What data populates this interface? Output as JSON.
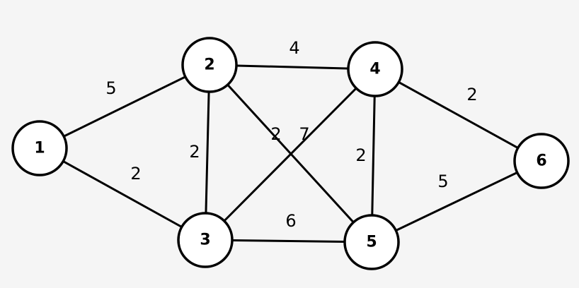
{
  "nodes": [
    {
      "id": "1",
      "label": "1"
    },
    {
      "id": "2",
      "label": "2"
    },
    {
      "id": "3",
      "label": "3"
    },
    {
      "id": "4",
      "label": "4"
    },
    {
      "id": "5",
      "label": "5"
    },
    {
      "id": "6",
      "label": "6"
    }
  ],
  "edges": [
    {
      "from": "1",
      "to": "2",
      "weight": "5"
    },
    {
      "from": "1",
      "to": "3",
      "weight": "2"
    },
    {
      "from": "2",
      "to": "3",
      "weight": "2"
    },
    {
      "from": "2",
      "to": "4",
      "weight": "4"
    },
    {
      "from": "2",
      "to": "5",
      "weight": "2"
    },
    {
      "from": "3",
      "to": "4",
      "weight": "7"
    },
    {
      "from": "3",
      "to": "5",
      "weight": "6"
    },
    {
      "from": "4",
      "to": "5",
      "weight": "2"
    },
    {
      "from": "4",
      "to": "6",
      "weight": "2"
    },
    {
      "from": "5",
      "to": "6",
      "weight": "5"
    }
  ],
  "colors": {
    "background": "#f5f5f5",
    "node_fill": "#ffffff",
    "stroke": "#000000"
  }
}
